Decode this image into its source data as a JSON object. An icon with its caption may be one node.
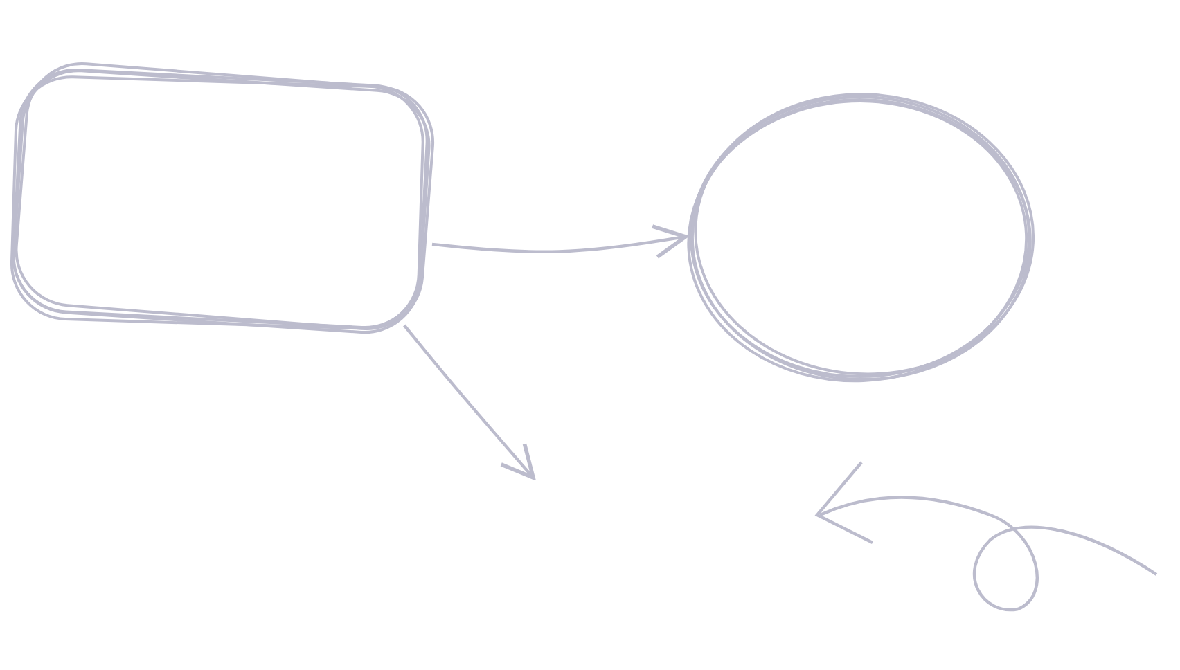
{
  "diagram": {
    "nodes": [
      {
        "text": [],
        "shape": "box"
      },
      {
        "text": [],
        "shape": "circle"
      }
    ],
    "edges": [
      {
        "from": 0,
        "to": 1,
        "arrow": "to"
      },
      {
        "from": 0,
        "to": null,
        "arrow": "to"
      }
    ]
  }
}
